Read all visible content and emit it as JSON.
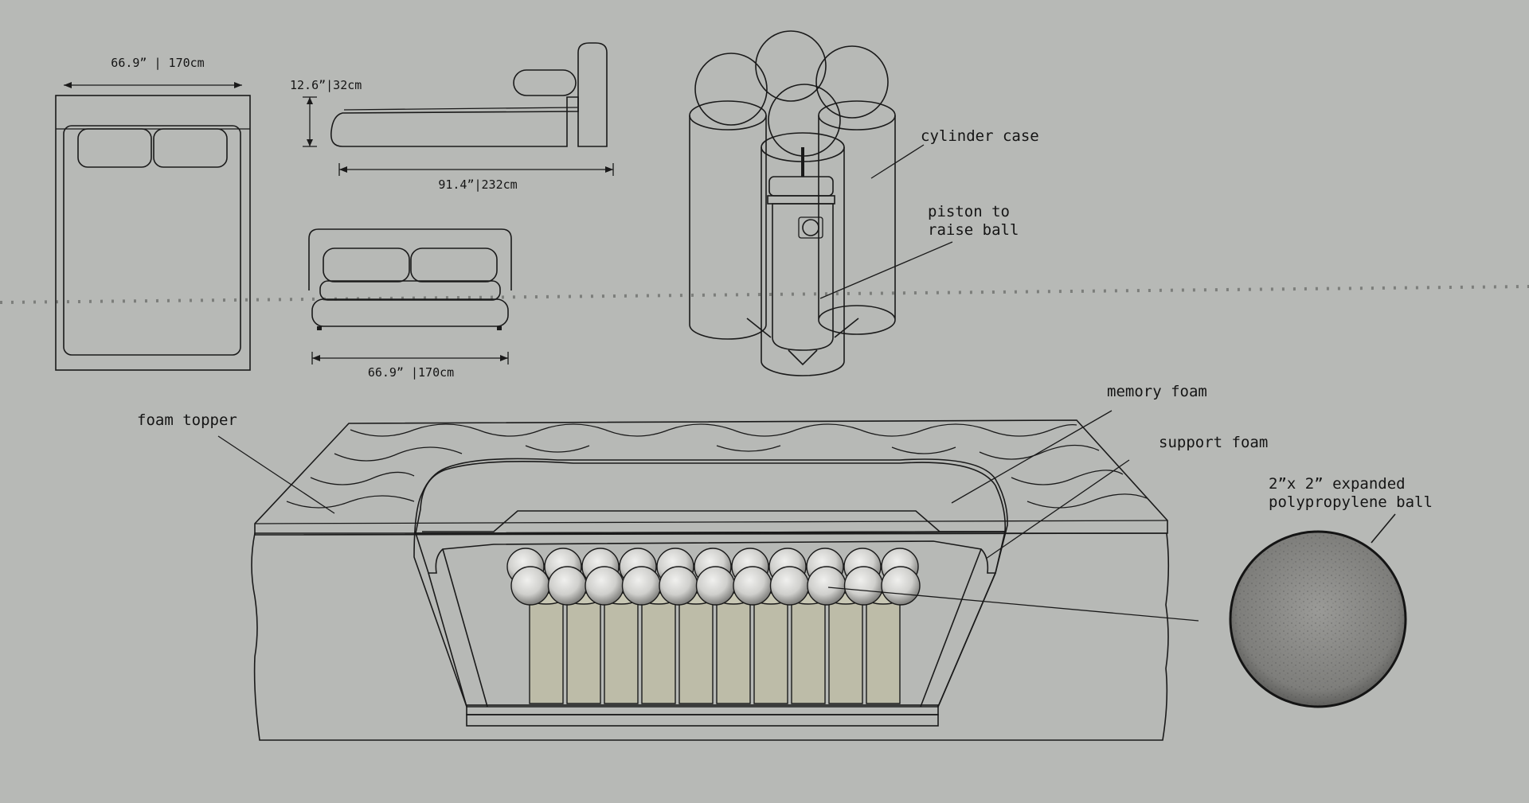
{
  "dimensions": {
    "top_width": "66.9” | 170cm",
    "side_height": "12.6”|32cm",
    "side_length": "91.4”|232cm",
    "front_width": "66.9” |170cm"
  },
  "labels": {
    "cylinder_case": "cylinder case",
    "piston_line1": "piston to",
    "piston_line2": "raise ball",
    "memory_foam": "memory foam",
    "support_foam": "support foam",
    "foam_topper": "foam topper",
    "ball_line1": "2”x 2” expanded",
    "ball_line2": "polypropylene ball"
  },
  "colors": {
    "background": "#b7b9b6",
    "line": "#1a1a1a",
    "shell": "#a9aaa7",
    "foam": "#b4b29a",
    "cylinder": "#bdbca8",
    "piston": "#8a8a86",
    "ball": "#d2d2cf",
    "base": "#4a3b30"
  }
}
